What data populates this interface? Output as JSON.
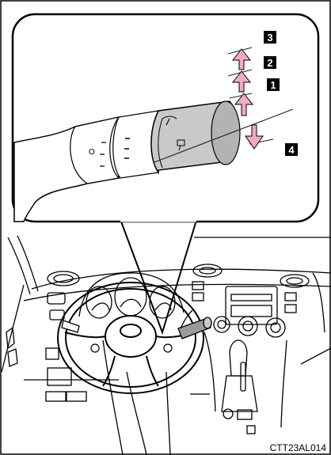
{
  "figure": {
    "code": "CTT23AL014",
    "callouts": [
      "3",
      "2",
      "1",
      "4"
    ],
    "colors": {
      "frame": "#000000",
      "arrow_fill": "#f4a9c4",
      "lever_fill": "#c9c9c9",
      "lever_dark": "#9a9a9a",
      "callout_bg": "#000000",
      "callout_text": "#ffffff",
      "line": "#222222"
    },
    "icons": [
      "windshield-wiper-icon",
      "washer-icon",
      "steering-wheel",
      "dashboard"
    ]
  }
}
